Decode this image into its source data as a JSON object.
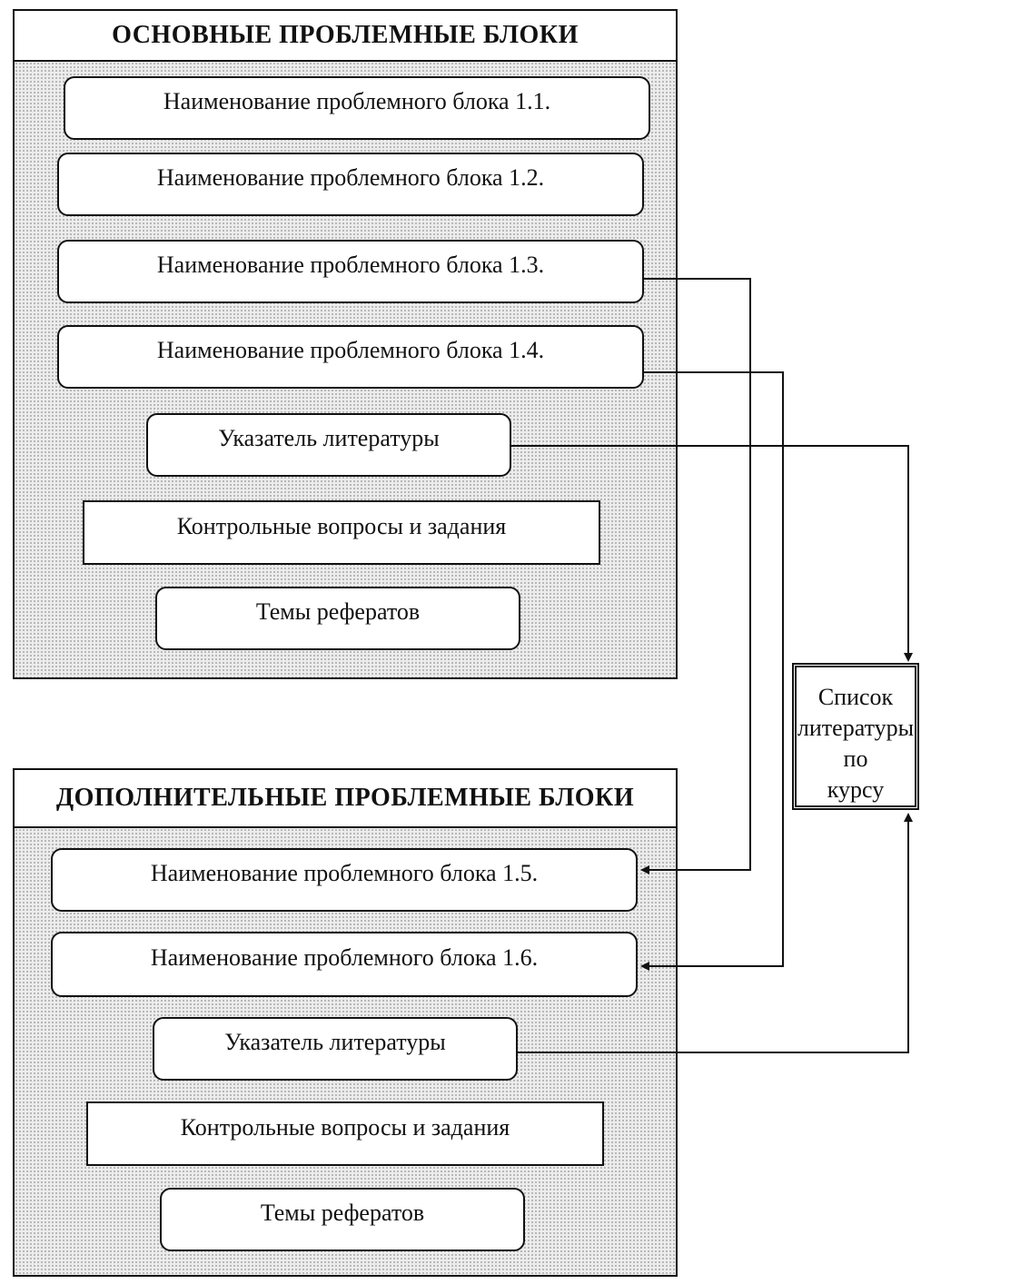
{
  "main_section": {
    "title": "ОСНОВНЫЕ ПРОБЛЕМНЫЕ БЛОКИ",
    "blocks": [
      "Наименование проблемного блока 1.1.",
      "Наименование проблемного блока 1.2.",
      "Наименование проблемного блока 1.3.",
      "Наименование проблемного блока 1.4."
    ],
    "literature_index": "Указатель литературы",
    "control_questions": "Контрольные вопросы и задания",
    "essay_topics": "Темы рефератов"
  },
  "additional_section": {
    "title": "ДОПОЛНИТЕЛЬНЫЕ ПРОБЛЕМНЫЕ БЛОКИ",
    "blocks": [
      "Наименование проблемного блока 1.5.",
      "Наименование проблемного блока 1.6."
    ],
    "literature_index": "Указатель литературы",
    "control_questions": "Контрольные вопросы и задания",
    "essay_topics": "Темы рефератов"
  },
  "course_literature": {
    "line1": "Список",
    "line2": "литературы по",
    "line3": "курсу"
  },
  "colors": {
    "line": "#111111",
    "panel_fill": "#ececec",
    "box_fill": "#ffffff"
  }
}
